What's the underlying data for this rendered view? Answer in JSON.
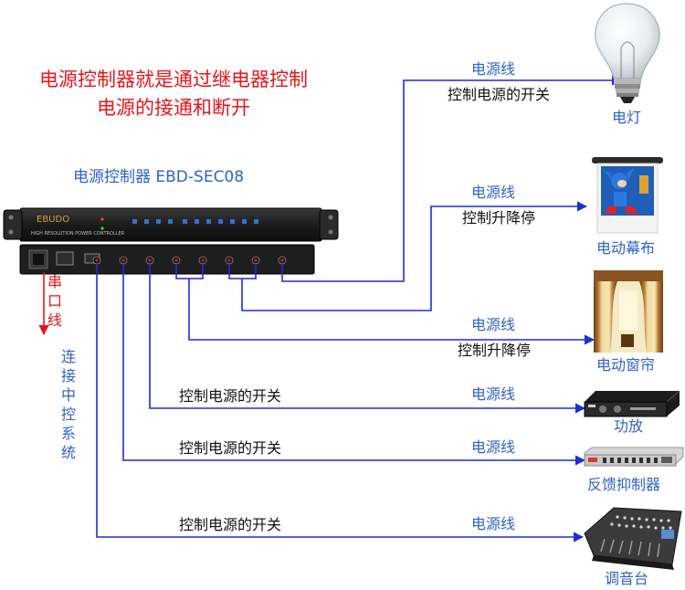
{
  "headline": {
    "line1": "电源控制器就是通过继电器控制",
    "line2": "电源的接通和断开"
  },
  "controller": {
    "label": "电源控制器 EBD-SEC08",
    "brand": "EBUDO",
    "panel_text": "HIGH RESOLUTION POWER CONTROLLER"
  },
  "serial_line": {
    "label_chars": [
      "串",
      "口",
      "线"
    ]
  },
  "central_control": {
    "label_chars": [
      "连",
      "接",
      "中",
      "控",
      "系",
      "统"
    ]
  },
  "devices": {
    "lamp": {
      "name": "电灯",
      "cable": "电源线",
      "function": "控制电源的开关"
    },
    "screen": {
      "name": "电动幕布",
      "cable": "电源线",
      "function": "控制升降停"
    },
    "curtain": {
      "name": "电动窗帘",
      "cable": "电源线",
      "function": "控制升降停"
    },
    "amplifier": {
      "name": "功放",
      "cable": "电源线",
      "function": "控制电源的开关"
    },
    "feedback": {
      "name": "反馈抑制器",
      "cable": "电源线",
      "function": "控制电源的开关"
    },
    "mixer": {
      "name": "调音台",
      "cable": "电源线",
      "function": "控制电源的开关"
    }
  },
  "colors": {
    "headline": "#e8141b",
    "label_blue": "#2f62c8",
    "wire": "#1a2fd6",
    "arrow_red": "#e8141b"
  },
  "icons": [
    "light-bulb-icon",
    "projection-screen-icon",
    "curtain-window-icon",
    "amplifier-icon",
    "feedback-suppressor-icon",
    "mixing-console-icon"
  ]
}
